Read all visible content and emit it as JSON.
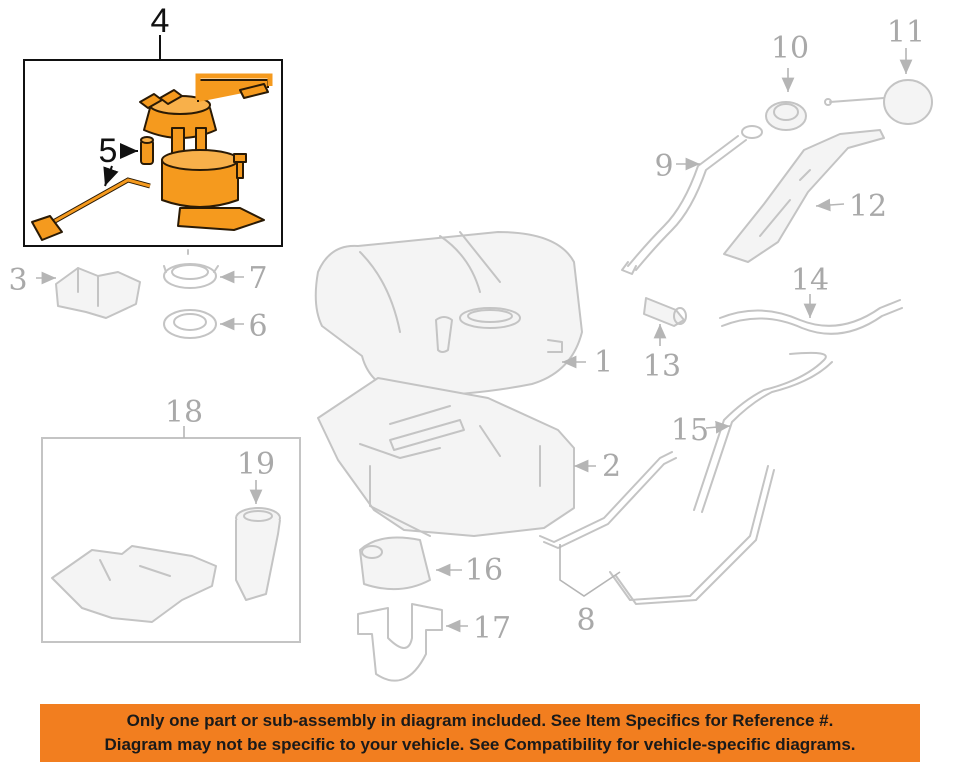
{
  "callouts": {
    "c1": "1",
    "c2": "2",
    "c3": "3",
    "c4": "4",
    "c5": "5",
    "c6": "6",
    "c7": "7",
    "c8": "8",
    "c9": "9",
    "c10": "10",
    "c11": "11",
    "c12": "12",
    "c13": "13",
    "c14": "14",
    "c15": "15",
    "c16": "16",
    "c17": "17",
    "c18": "18",
    "c19": "19"
  },
  "notice": {
    "line1": "Only one part or sub-assembly in diagram included. See Item Specifics for Reference #.",
    "line2": "Diagram may not be specific to your vehicle. See Compatibility for vehicle-specific diagrams."
  },
  "colors": {
    "highlight": "#f59a1e",
    "notice_bg": "#f27e1f",
    "faint_lines": "#c4c4c4"
  }
}
